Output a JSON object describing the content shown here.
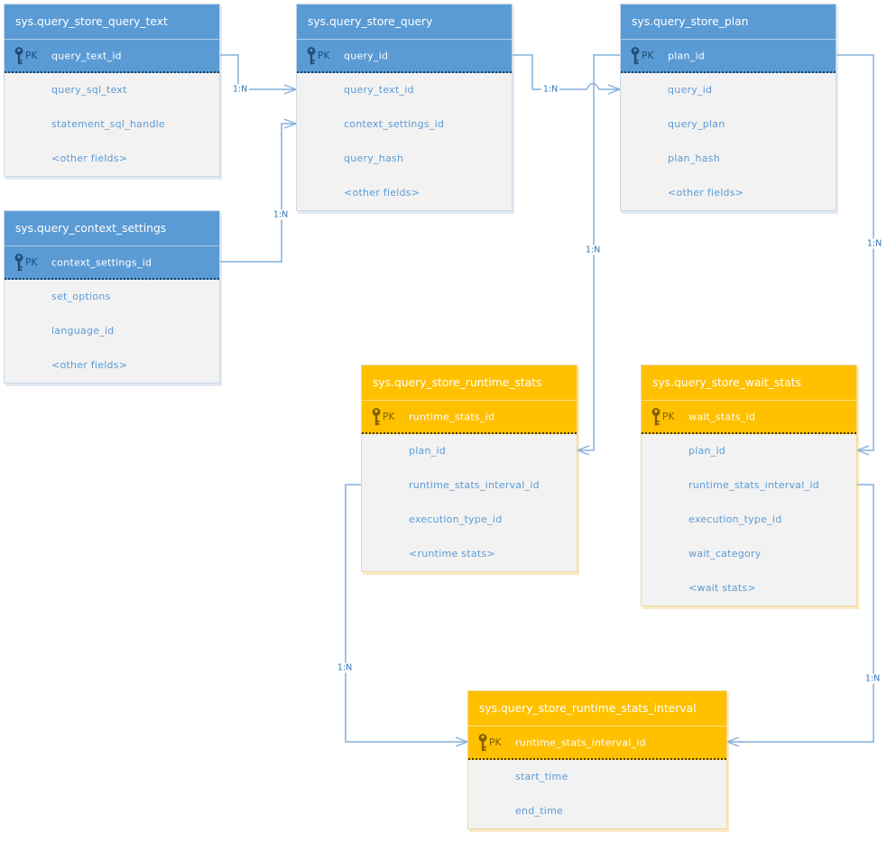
{
  "entities": [
    {
      "name": "sys.query_store_query_text",
      "theme": "blue",
      "pk_label": "PK",
      "pk_field": "query_text_id",
      "fields": [
        "query_sql_text",
        "statement_sql_handle",
        "<other fields>"
      ]
    },
    {
      "name": "sys.query_store_query",
      "theme": "blue",
      "pk_label": "PK",
      "pk_field": "query_id",
      "fields": [
        "query_text_id",
        "context_settings_id",
        "query_hash",
        "<other fields>"
      ]
    },
    {
      "name": "sys.query_store_plan",
      "theme": "blue",
      "pk_label": "PK",
      "pk_field": "plan_id",
      "fields": [
        "query_id",
        "query_plan",
        "plan_hash",
        "<other fields>"
      ]
    },
    {
      "name": "sys.query_context_settings",
      "theme": "blue",
      "pk_label": "PK",
      "pk_field": "context_settings_id",
      "fields": [
        "set_options",
        "language_id",
        "<other fields>"
      ]
    },
    {
      "name": "sys.query_store_runtime_stats",
      "theme": "orange",
      "pk_label": "PK",
      "pk_field": "runtime_stats_id",
      "fields": [
        "plan_id",
        "runtime_stats_interval_id",
        "execution_type_id",
        "<runtime stats>"
      ]
    },
    {
      "name": "sys.query_store_wait_stats",
      "theme": "orange",
      "pk_label": "PK",
      "pk_field": "wait_stats_id",
      "fields": [
        "plan_id",
        "runtime_stats_interval_id",
        "execution_type_id",
        "wait_category",
        "<wait stats>"
      ]
    },
    {
      "name": "sys.query_store_runtime_stats_interval",
      "theme": "orange",
      "pk_label": "PK",
      "pk_field": "runtime_stats_interval_id",
      "fields": [
        "start_time",
        "end_time"
      ]
    }
  ],
  "connectors": [
    {
      "from": "sys.query_store_query_text",
      "to": "sys.query_store_query",
      "label": "1:N"
    },
    {
      "from": "sys.query_context_settings",
      "to": "sys.query_store_query",
      "label": "1:N"
    },
    {
      "from": "sys.query_store_query",
      "to": "sys.query_store_plan",
      "label": "1:N"
    },
    {
      "from": "sys.query_store_plan",
      "to": "sys.query_store_runtime_stats",
      "label": "1:N"
    },
    {
      "from": "sys.query_store_plan",
      "to": "sys.query_store_wait_stats",
      "label": "1:N"
    },
    {
      "from": "sys.query_store_runtime_stats",
      "to": "sys.query_store_runtime_stats_interval",
      "label": "1:N"
    },
    {
      "from": "sys.query_store_wait_stats",
      "to": "sys.query_store_runtime_stats_interval",
      "label": "1:N"
    }
  ],
  "colors": {
    "blue_header": "#5B9BD5",
    "orange_header": "#FFC000",
    "connector_line": "#84AFDC",
    "cardinality_text": "#2E75B6",
    "field_text": "#5B9BD5",
    "body_background": "#F2F2F2",
    "key_icon_blue": "#1E4E79",
    "key_icon_orange": "#7F6000"
  }
}
